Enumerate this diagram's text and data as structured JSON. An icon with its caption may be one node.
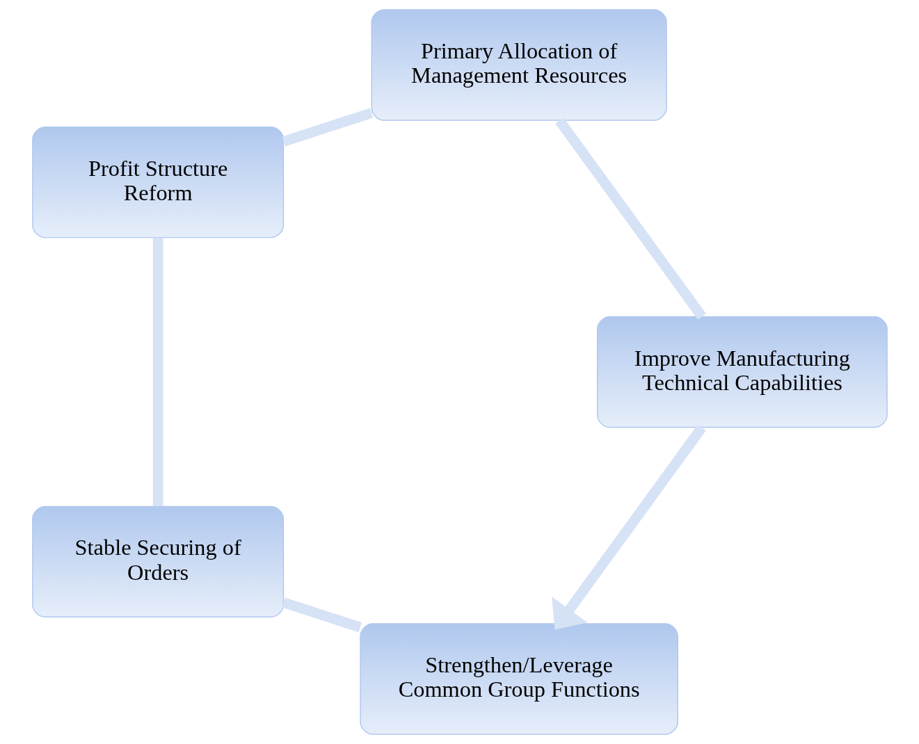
{
  "diagram": {
    "nodes": [
      {
        "text": [
          "Strengthen/Leverage Common Group Functions"
        ]
      },
      {
        "text": [
          "Improve Manufacturing Technical Capabilities"
        ]
      },
      {
        "text": [
          "Stable Securing of Orders"
        ]
      },
      {
        "text": [
          "Primary Allocation of Management Resources"
        ]
      },
      {
        "text": [
          "Profit Structure Reform"
        ]
      }
    ],
    "edges": [
      {
        "from": 0,
        "to": 2,
        "arrow": "none"
      },
      {
        "from": 2,
        "to": 4,
        "arrow": "none"
      },
      {
        "from": 4,
        "to": 3,
        "arrow": "none"
      },
      {
        "from": 3,
        "to": 1,
        "arrow": "none"
      },
      {
        "from": 1,
        "to": 0,
        "arrow": "to"
      }
    ]
  }
}
